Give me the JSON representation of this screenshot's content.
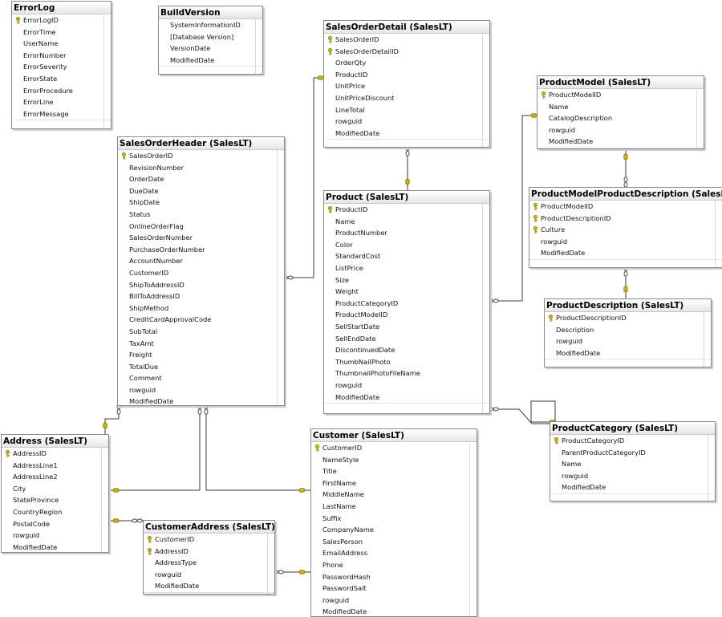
{
  "tables": {
    "errorlog": {
      "title": "ErrorLog",
      "columns": [
        {
          "name": "ErrorLogID",
          "pk": true
        },
        {
          "name": "ErrorTime"
        },
        {
          "name": "UserName"
        },
        {
          "name": "ErrorNumber"
        },
        {
          "name": "ErrorSeverity"
        },
        {
          "name": "ErrorState"
        },
        {
          "name": "ErrorProcedure"
        },
        {
          "name": "ErrorLine"
        },
        {
          "name": "ErrorMessage"
        }
      ]
    },
    "buildversion": {
      "title": "BuildVersion",
      "columns": [
        {
          "name": "SystemInformationID"
        },
        {
          "name": "[Database Version]"
        },
        {
          "name": "VersionDate"
        },
        {
          "name": "ModifiedDate"
        }
      ]
    },
    "salesorderdetail": {
      "title": "SalesOrderDetail (SalesLT)",
      "columns": [
        {
          "name": "SalesOrderID",
          "pk": true
        },
        {
          "name": "SalesOrderDetailID",
          "pk": true
        },
        {
          "name": "OrderQty"
        },
        {
          "name": "ProductID"
        },
        {
          "name": "UnitPrice"
        },
        {
          "name": "UnitPriceDiscount"
        },
        {
          "name": "LineTotal"
        },
        {
          "name": "rowguid"
        },
        {
          "name": "ModifiedDate"
        }
      ]
    },
    "productmodel": {
      "title": "ProductModel (SalesLT)",
      "columns": [
        {
          "name": "ProductModelID",
          "pk": true
        },
        {
          "name": "Name"
        },
        {
          "name": "CatalogDescription"
        },
        {
          "name": "rowguid"
        },
        {
          "name": "ModifiedDate"
        }
      ]
    },
    "salesorderheader": {
      "title": "SalesOrderHeader (SalesLT)",
      "columns": [
        {
          "name": "SalesOrderID",
          "pk": true
        },
        {
          "name": "RevisionNumber"
        },
        {
          "name": "OrderDate"
        },
        {
          "name": "DueDate"
        },
        {
          "name": "ShipDate"
        },
        {
          "name": "Status"
        },
        {
          "name": "OnlineOrderFlag"
        },
        {
          "name": "SalesOrderNumber"
        },
        {
          "name": "PurchaseOrderNumber"
        },
        {
          "name": "AccountNumber"
        },
        {
          "name": "CustomerID"
        },
        {
          "name": "ShipToAddressID"
        },
        {
          "name": "BillToAddressID"
        },
        {
          "name": "ShipMethod"
        },
        {
          "name": "CreditCardApprovalCode"
        },
        {
          "name": "SubTotal"
        },
        {
          "name": "TaxAmt"
        },
        {
          "name": "Freight"
        },
        {
          "name": "TotalDue"
        },
        {
          "name": "Comment"
        },
        {
          "name": "rowguid"
        },
        {
          "name": "ModifiedDate"
        }
      ]
    },
    "product": {
      "title": "Product (SalesLT)",
      "columns": [
        {
          "name": "ProductID",
          "pk": true
        },
        {
          "name": "Name"
        },
        {
          "name": "ProductNumber"
        },
        {
          "name": "Color"
        },
        {
          "name": "StandardCost"
        },
        {
          "name": "ListPrice"
        },
        {
          "name": "Size"
        },
        {
          "name": "Weight"
        },
        {
          "name": "ProductCategoryID"
        },
        {
          "name": "ProductModelID"
        },
        {
          "name": "SellStartDate"
        },
        {
          "name": "SellEndDate"
        },
        {
          "name": "DiscontinuedDate"
        },
        {
          "name": "ThumbNailPhoto"
        },
        {
          "name": "ThumbnailPhotoFileName"
        },
        {
          "name": "rowguid"
        },
        {
          "name": "ModifiedDate"
        }
      ]
    },
    "productmodelproductdescription": {
      "title": "ProductModelProductDescription (SalesLT)",
      "columns": [
        {
          "name": "ProductModelID",
          "pk": true
        },
        {
          "name": "ProductDescriptionID",
          "pk": true
        },
        {
          "name": "Culture",
          "pk": true
        },
        {
          "name": "rowguid"
        },
        {
          "name": "ModifiedDate"
        }
      ]
    },
    "productdescription": {
      "title": "ProductDescription (SalesLT)",
      "columns": [
        {
          "name": "ProductDescriptionID",
          "pk": true
        },
        {
          "name": "Description"
        },
        {
          "name": "rowguid"
        },
        {
          "name": "ModifiedDate"
        }
      ]
    },
    "address": {
      "title": "Address (SalesLT)",
      "columns": [
        {
          "name": "AddressID",
          "pk": true
        },
        {
          "name": "AddressLine1"
        },
        {
          "name": "AddressLine2"
        },
        {
          "name": "City"
        },
        {
          "name": "StateProvince"
        },
        {
          "name": "CountryRegion"
        },
        {
          "name": "PostalCode"
        },
        {
          "name": "rowguid"
        },
        {
          "name": "ModifiedDate"
        }
      ]
    },
    "customeraddress": {
      "title": "CustomerAddress (SalesLT)",
      "columns": [
        {
          "name": "CustomerID",
          "pk": true
        },
        {
          "name": "AddressID",
          "pk": true
        },
        {
          "name": "AddressType"
        },
        {
          "name": "rowguid"
        },
        {
          "name": "ModifiedDate"
        }
      ]
    },
    "customer": {
      "title": "Customer (SalesLT)",
      "columns": [
        {
          "name": "CustomerID",
          "pk": true
        },
        {
          "name": "NameStyle"
        },
        {
          "name": "Title"
        },
        {
          "name": "FirstName"
        },
        {
          "name": "MiddleName"
        },
        {
          "name": "LastName"
        },
        {
          "name": "Suffix"
        },
        {
          "name": "CompanyName"
        },
        {
          "name": "SalesPerson"
        },
        {
          "name": "EmailAddress"
        },
        {
          "name": "Phone"
        },
        {
          "name": "PasswordHash"
        },
        {
          "name": "PasswordSalt"
        },
        {
          "name": "rowguid"
        },
        {
          "name": "ModifiedDate"
        }
      ]
    },
    "productcategory": {
      "title": "ProductCategory (SalesLT)",
      "columns": [
        {
          "name": "ProductCategoryID",
          "pk": true
        },
        {
          "name": "ParentProductCategoryID"
        },
        {
          "name": "Name"
        },
        {
          "name": "rowguid"
        },
        {
          "name": "ModifiedDate"
        }
      ]
    }
  },
  "colors": {
    "key_icon": "#c9b400",
    "connector": "#3a3a3a",
    "table_border": "#8a8a8a"
  }
}
